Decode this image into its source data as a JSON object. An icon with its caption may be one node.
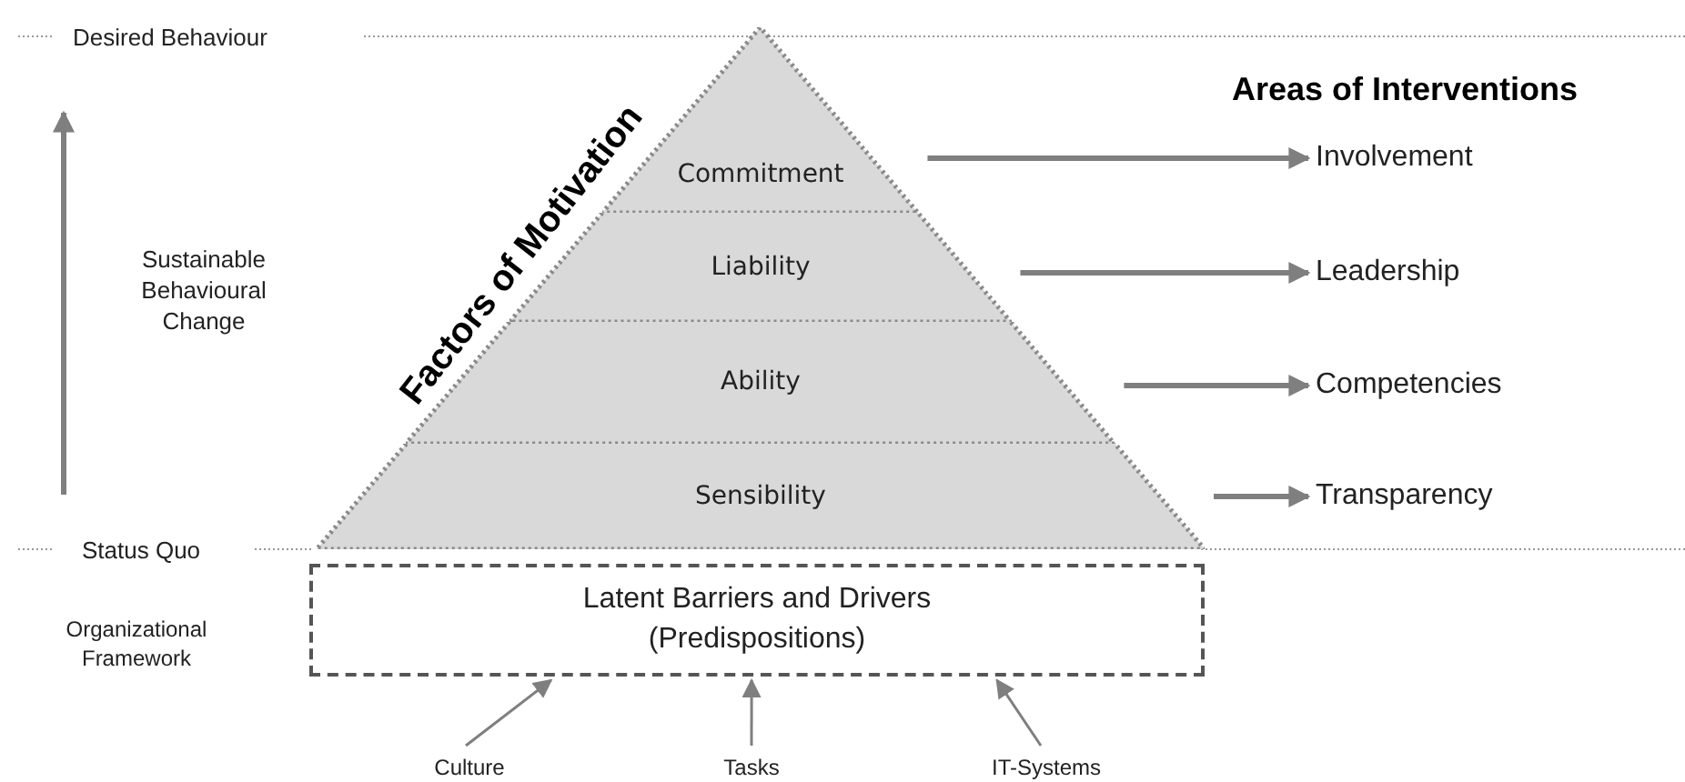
{
  "diagram": {
    "nodes": [
      {
        "text": [
          "Commitment"
        ]
      },
      {
        "text": [
          "Liability"
        ]
      },
      {
        "text": [
          "Ability"
        ]
      },
      {
        "text": [
          "Sensibility"
        ]
      },
      {
        "text": [
          "Involvement"
        ]
      },
      {
        "text": [
          "Leadership"
        ]
      },
      {
        "text": [
          "Competencies"
        ]
      },
      {
        "text": [
          "Transparency"
        ]
      },
      {
        "text": [
          "Latent Barriers and Drivers (Predispositions)"
        ]
      },
      {
        "text": [
          "Culture"
        ]
      },
      {
        "text": [
          "Tasks"
        ]
      },
      {
        "text": [
          "IT-Systems"
        ]
      }
    ],
    "edges": [
      {
        "from": 0,
        "to": 4,
        "arrow": "to"
      },
      {
        "from": 1,
        "to": 5,
        "arrow": "to"
      },
      {
        "from": 2,
        "to": 6,
        "arrow": "to"
      },
      {
        "from": 3,
        "to": 7,
        "arrow": "to"
      },
      {
        "from": 9,
        "to": 8,
        "arrow": "to"
      },
      {
        "from": 10,
        "to": 8,
        "arrow": "to"
      },
      {
        "from": 11,
        "to": 8,
        "arrow": "to"
      }
    ],
    "labels": [
      "Desired Behaviour",
      "Areas of Interventions",
      "Factors of Motivation",
      "Sustainable Behavioural Change",
      "Status Quo",
      "Organizational Framework"
    ]
  }
}
